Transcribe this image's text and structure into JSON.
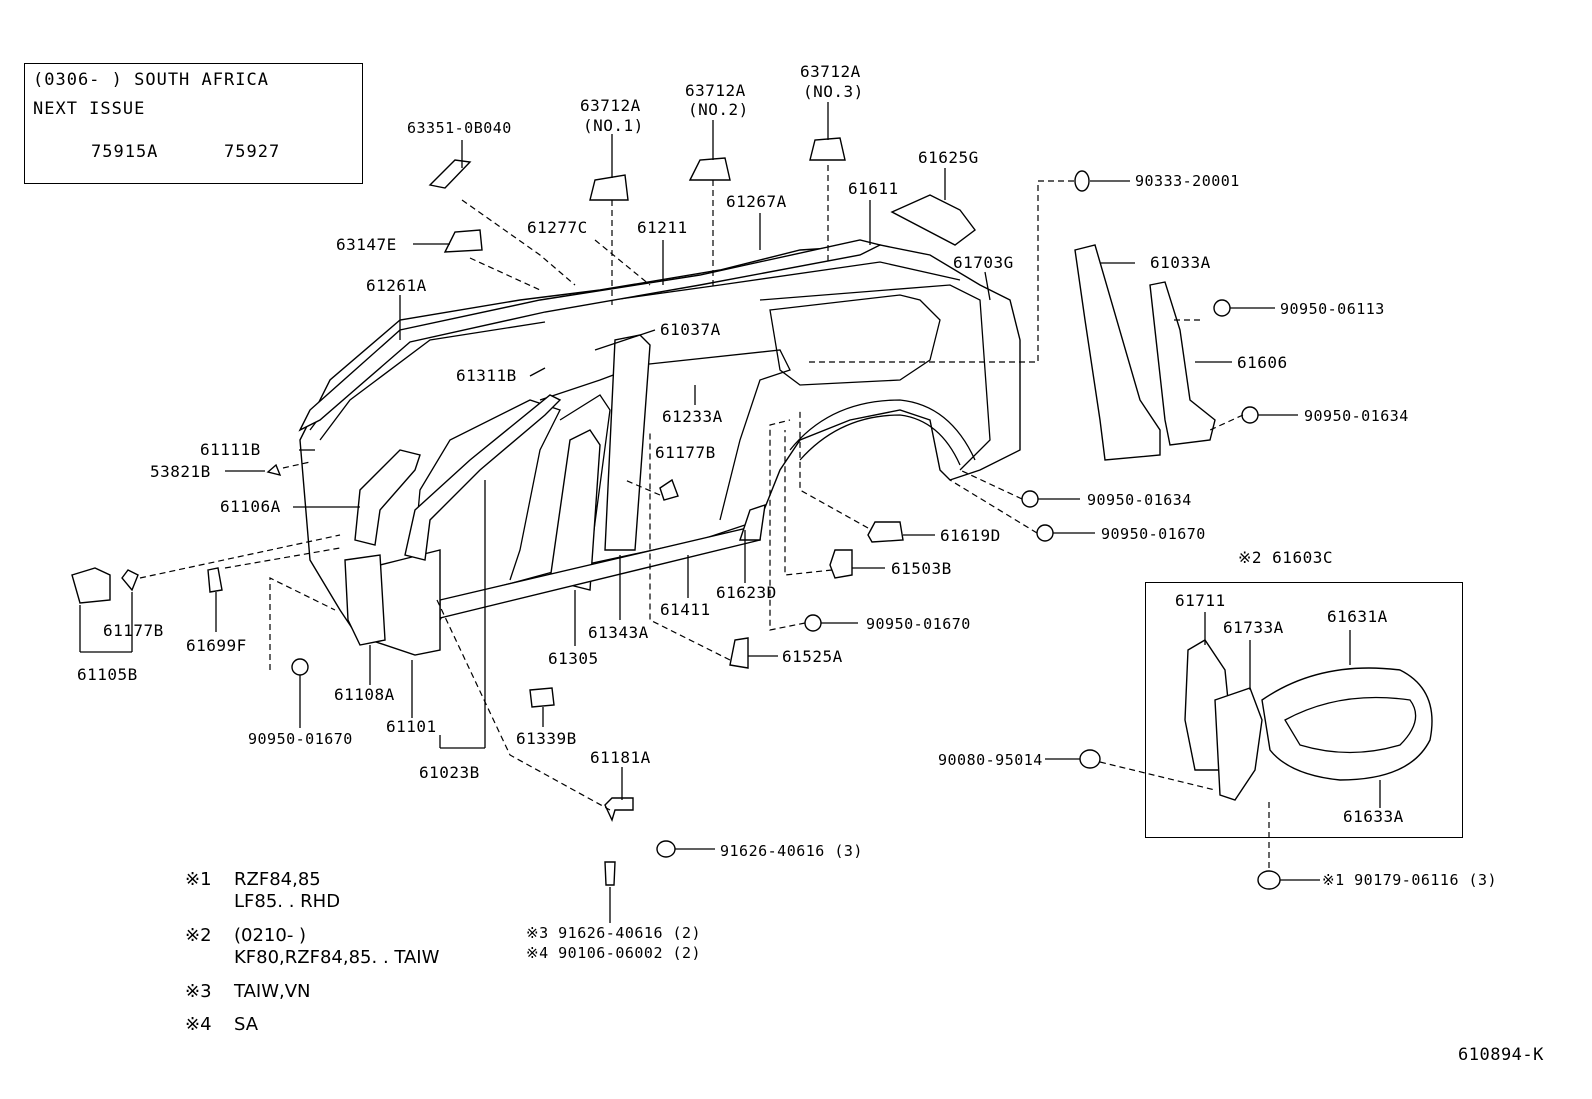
{
  "infobox": {
    "line1": "(0306-     )  SOUTH  AFRICA",
    "line2": "NEXT  ISSUE",
    "code1": "75915A",
    "code2": "75927"
  },
  "parts": {
    "p63351": "63351-0B040",
    "p63712_1": "63712A",
    "p63712_1n": "(NO.1)",
    "p63712_2": "63712A",
    "p63712_2n": "(NO.2)",
    "p63712_3": "63712A",
    "p63712_3n": "(NO.3)",
    "p63147E": "63147E",
    "p61277C": "61277C",
    "p61211": "61211",
    "p61267A": "61267A",
    "p61611": "61611",
    "p61625G": "61625G",
    "p90333": "90333-20001",
    "p61703G": "61703G",
    "p61033A": "61033A",
    "p90950_06113": "90950-06113",
    "p61606": "61606",
    "p90950_01634a": "90950-01634",
    "p61261A": "61261A",
    "p61037A": "61037A",
    "p61311B": "61311B",
    "p61233A": "61233A",
    "p61111B": "61111B",
    "p53821B": "53821B",
    "p61177B_top": "61177B",
    "p61106A": "61106A",
    "p90950_01634b": "90950-01634",
    "p61619D": "61619D",
    "p90950_01670a": "90950-01670",
    "p61503B": "61503B",
    "p61603C": "※2 61603C",
    "p61177B_left": "61177B",
    "p61699F": "61699F",
    "p61105B": "61105B",
    "p61623D": "61623D",
    "p61411": "61411",
    "p61343A": "61343A",
    "p61305": "61305",
    "p90950_01670b": "90950-01670",
    "p61525A": "61525A",
    "p61711": "61711",
    "p61733A": "61733A",
    "p61631A": "61631A",
    "p61108A": "61108A",
    "p61101": "61101",
    "p90950_01670c": "90950-01670",
    "p61339B": "61339B",
    "p61023B": "61023B",
    "p61181A": "61181A",
    "p90080": "90080-95014",
    "p61633A": "61633A",
    "p91626_3": "91626-40616 (3)",
    "p90179": "※1 90179-06116 (3)",
    "p91626_2": "※3 91626-40616 (2)",
    "p90106": "※4 90106-06002 (2)"
  },
  "notes": {
    "n1_mark": "※1",
    "n1_line1": "RZF84,85",
    "n1_line2": "LF85. . RHD",
    "n2_mark": "※2",
    "n2_line1": "(0210-       )",
    "n2_line2": "KF80,RZF84,85. . TAIW",
    "n3_mark": "※3",
    "n3_line1": "TAIW,VN",
    "n4_mark": "※4",
    "n4_line1": "SA"
  },
  "diagram_id": "610894-K"
}
